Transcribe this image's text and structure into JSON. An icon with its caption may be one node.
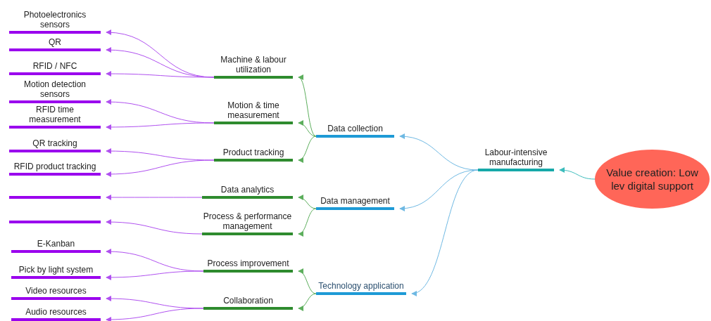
{
  "diagram": {
    "nodes": [
      {
        "text": [
          "Value creation: Low lev digital support"
        ]
      },
      {
        "text": [
          "Labour-intensive manufacturing"
        ]
      },
      {
        "text": [
          "Data collection"
        ]
      },
      {
        "text": [
          "Data management"
        ]
      },
      {
        "text": [
          "Technology application"
        ]
      },
      {
        "text": [
          "Machine & labour utilization"
        ]
      },
      {
        "text": [
          "Motion & time measurement"
        ]
      },
      {
        "text": [
          "Product tracking"
        ]
      },
      {
        "text": [
          "Data analytics"
        ]
      },
      {
        "text": [
          "Process & performance management"
        ]
      },
      {
        "text": [
          "Process improvement"
        ]
      },
      {
        "text": [
          "Collaboration"
        ]
      },
      {
        "text": [
          "Photoelectronics sensors"
        ]
      },
      {
        "text": [
          "QR"
        ]
      },
      {
        "text": [
          "RFID / NFC"
        ]
      },
      {
        "text": [
          "Motion detection sensors"
        ]
      },
      {
        "text": [
          "RFID time measurement"
        ]
      },
      {
        "text": [
          "QR tracking"
        ]
      },
      {
        "text": [
          "RFID product tracking"
        ]
      },
      {
        "text": [],
        "shape": "bar"
      },
      {
        "text": [],
        "shape": "bar"
      },
      {
        "text": [
          "E-Kanban"
        ]
      },
      {
        "text": [
          "Pick by light system"
        ]
      },
      {
        "text": [
          "Video resources"
        ]
      },
      {
        "text": [
          "Audio resources"
        ]
      }
    ],
    "edges": [
      {
        "from": 0,
        "to": 1,
        "arrow": "to",
        "color": "#3cbcbc"
      },
      {
        "from": 1,
        "to": 2,
        "arrow": "to",
        "color": "#6fb9e3"
      },
      {
        "from": 1,
        "to": 3,
        "arrow": "to",
        "color": "#6fb9e3"
      },
      {
        "from": 1,
        "to": 4,
        "arrow": "to",
        "color": "#6fb9e3"
      },
      {
        "from": 2,
        "to": 5,
        "arrow": "to",
        "color": "#5cae5c"
      },
      {
        "from": 2,
        "to": 6,
        "arrow": "to",
        "color": "#5cae5c"
      },
      {
        "from": 2,
        "to": 7,
        "arrow": "to",
        "color": "#5cae5c"
      },
      {
        "from": 3,
        "to": 8,
        "arrow": "to",
        "color": "#5cae5c"
      },
      {
        "from": 3,
        "to": 9,
        "arrow": "to",
        "color": "#5cae5c"
      },
      {
        "from": 4,
        "to": 10,
        "arrow": "to",
        "color": "#5cae5c"
      },
      {
        "from": 4,
        "to": 11,
        "arrow": "to",
        "color": "#5cae5c"
      },
      {
        "from": 5,
        "to": 12,
        "arrow": "to"
      },
      {
        "from": 5,
        "to": 13,
        "arrow": "to"
      },
      {
        "from": 5,
        "to": 14,
        "arrow": "to"
      },
      {
        "from": 6,
        "to": 15,
        "arrow": "to"
      },
      {
        "from": 6,
        "to": 16,
        "arrow": "to"
      },
      {
        "from": 7,
        "to": 17,
        "arrow": "to"
      },
      {
        "from": 7,
        "to": 18,
        "arrow": "to"
      },
      {
        "from": 8,
        "to": 19,
        "arrow": "to"
      },
      {
        "from": 9,
        "to": 20,
        "arrow": "to"
      },
      {
        "from": 10,
        "to": 21,
        "arrow": "to"
      },
      {
        "from": 10,
        "to": 22,
        "arrow": "to"
      },
      {
        "from": 11,
        "to": 23,
        "arrow": "to"
      },
      {
        "from": 11,
        "to": 24,
        "arrow": "to"
      }
    ]
  }
}
